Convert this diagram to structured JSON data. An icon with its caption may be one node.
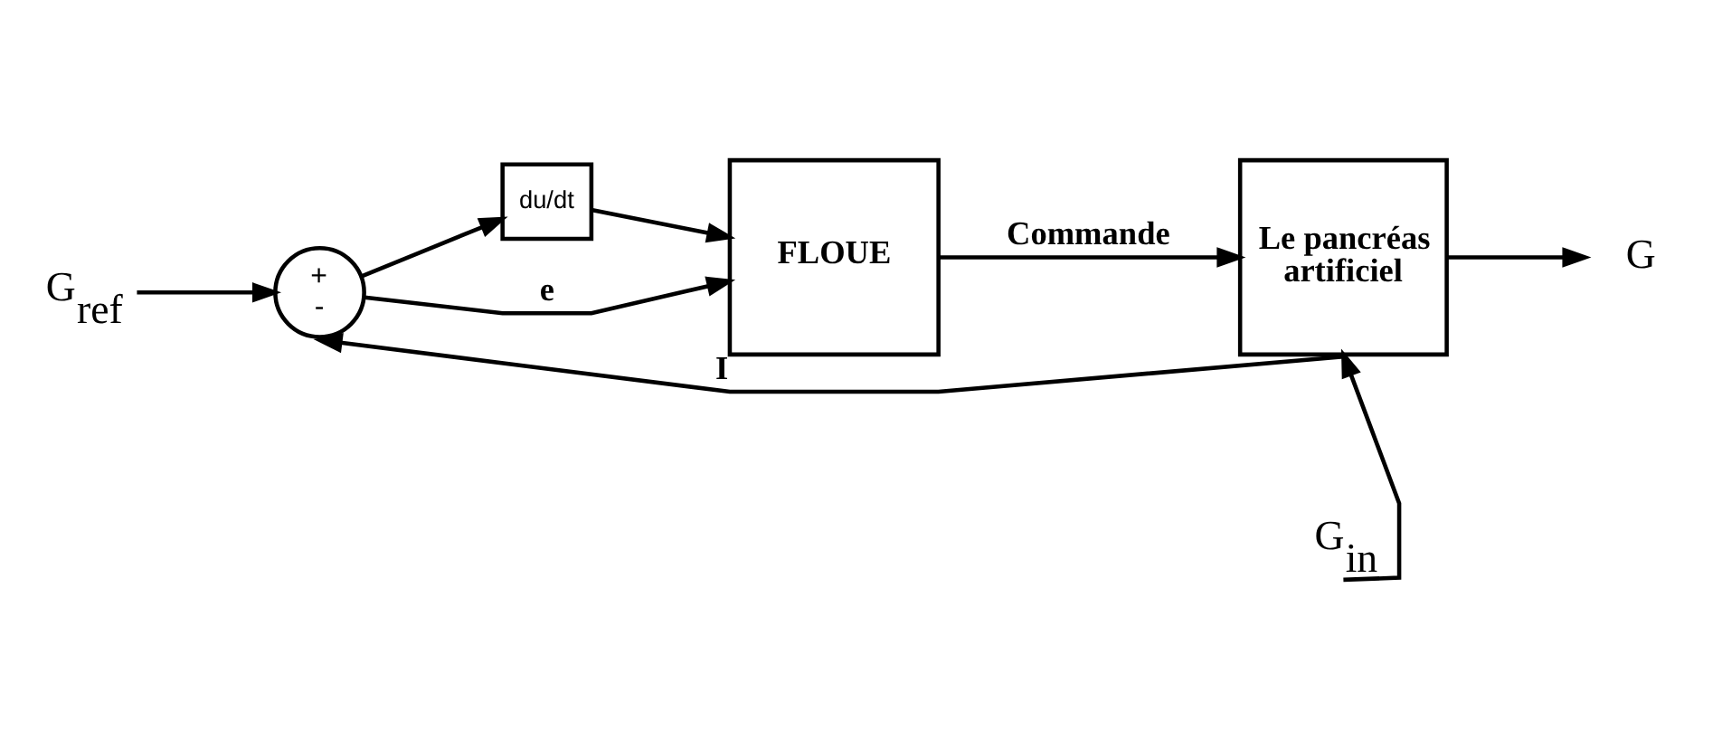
{
  "diagram": {
    "nodes": [
      {
        "text": [
          "G$_{ref}$"
        ]
      },
      {
        "text": [
          "+",
          "-"
        ]
      },
      {
        "text": [
          "du/dt"
        ]
      },
      {
        "text": [
          "FLOUE"
        ],
        "beside": [
          "I"
        ]
      },
      {
        "text": [
          "Le pancréas artificiel"
        ]
      },
      {
        "text": [
          "G$_{in}$"
        ]
      },
      {
        "text": [
          "G"
        ]
      }
    ],
    "edges": [
      {
        "from": 0,
        "to": 1,
        "arrow": "to"
      },
      {
        "from": 1,
        "to": 3,
        "arrow": "to",
        "label": "e"
      },
      {
        "from": 1,
        "to": 2,
        "arrow": "to"
      },
      {
        "from": 2,
        "to": 3,
        "arrow": "to"
      },
      {
        "from": 3,
        "to": 4,
        "arrow": "to",
        "label": "Commande"
      },
      {
        "from": 5,
        "to": 4,
        "arrow": "to"
      },
      {
        "from": 4,
        "to": 6,
        "arrow": "to"
      },
      {
        "from": 4,
        "to": 1,
        "arrow": "to"
      }
    ]
  }
}
